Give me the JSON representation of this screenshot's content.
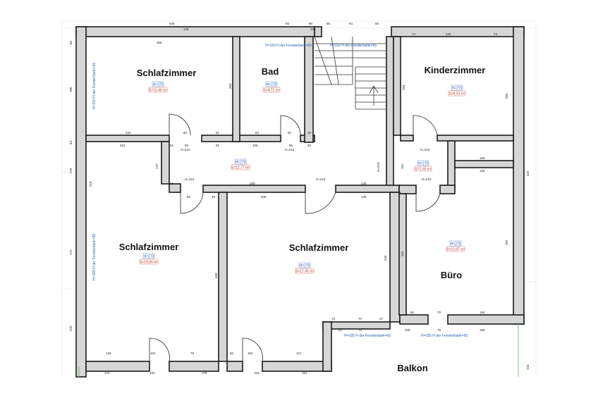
{
  "rooms": [
    {
      "id": "schlafzimmer-1",
      "name": "Schlafzimmer",
      "height": "H=270",
      "area": "S=10,46 m²"
    },
    {
      "id": "bad",
      "name": "Bad",
      "height": "H=270",
      "area": "S=4,71 m²"
    },
    {
      "id": "kinderzimmer",
      "name": "Kinderzimmer",
      "height": "H=270",
      "area": "S=9,52 m²"
    },
    {
      "id": "flur",
      "name": "",
      "height": "H=270",
      "area": "S=12,77 m²"
    },
    {
      "id": "abstellraum",
      "name": "",
      "height": "H=270",
      "area": "S=1,55 m²"
    },
    {
      "id": "schlafzimmer-2",
      "name": "Schlafzimmer",
      "height": "H=270",
      "area": "S=19,84 m²"
    },
    {
      "id": "schlafzimmer-3",
      "name": "Schlafzimmer",
      "height": "H=270",
      "area": "S=17,45 m²"
    },
    {
      "id": "buero",
      "name": "Büro",
      "height": "H=270",
      "area": "S=10,87 m²"
    },
    {
      "id": "balkon",
      "name": "Balkon",
      "height": "",
      "area": ""
    }
  ],
  "window_labels": {
    "top_bad": "H=150  H der Fensterbank=65",
    "top_stair": "H=150  H der Fensterbank=65",
    "left_upper": "H=150  H der Fensterbank=65",
    "left_lower": "H=185  H der Fensterbank=65",
    "bottom_mid": "H=185  H der Fensterbank=65",
    "bottom_right": "H=185  H der Fensterbank=65"
  },
  "door_labels": [
    "H=210",
    "H=210",
    "H=210",
    "H=210",
    "H=210",
    "H=210",
    "H=210"
  ],
  "dimensions": {
    "top": [
      "526",
      "65",
      "90",
      "65",
      "64",
      "56",
      "74",
      "120",
      "74"
    ],
    "left": [
      "86",
      "180",
      "84",
      "276",
      "172",
      "276"
    ],
    "right": [
      "422",
      "244"
    ],
    "inner": [
      "388",
      "263",
      "229",
      "80",
      "81",
      "82",
      "84",
      "20",
      "61",
      "80",
      "204",
      "91",
      "108",
      "80",
      "20",
      "137",
      "280",
      "135",
      "16",
      "80",
      "45",
      "208",
      "135",
      "218",
      "460",
      "345",
      "126",
      "102",
      "79",
      "121",
      "102",
      "50",
      "72",
      "70",
      "37",
      "42",
      "70",
      "108",
      "101",
      "160",
      "156",
      "284",
      "205",
      "331",
      "397",
      "90",
      "70",
      "70",
      "184",
      "169",
      "141",
      "102",
      "176",
      "151",
      "102",
      "128",
      "106"
    ]
  }
}
